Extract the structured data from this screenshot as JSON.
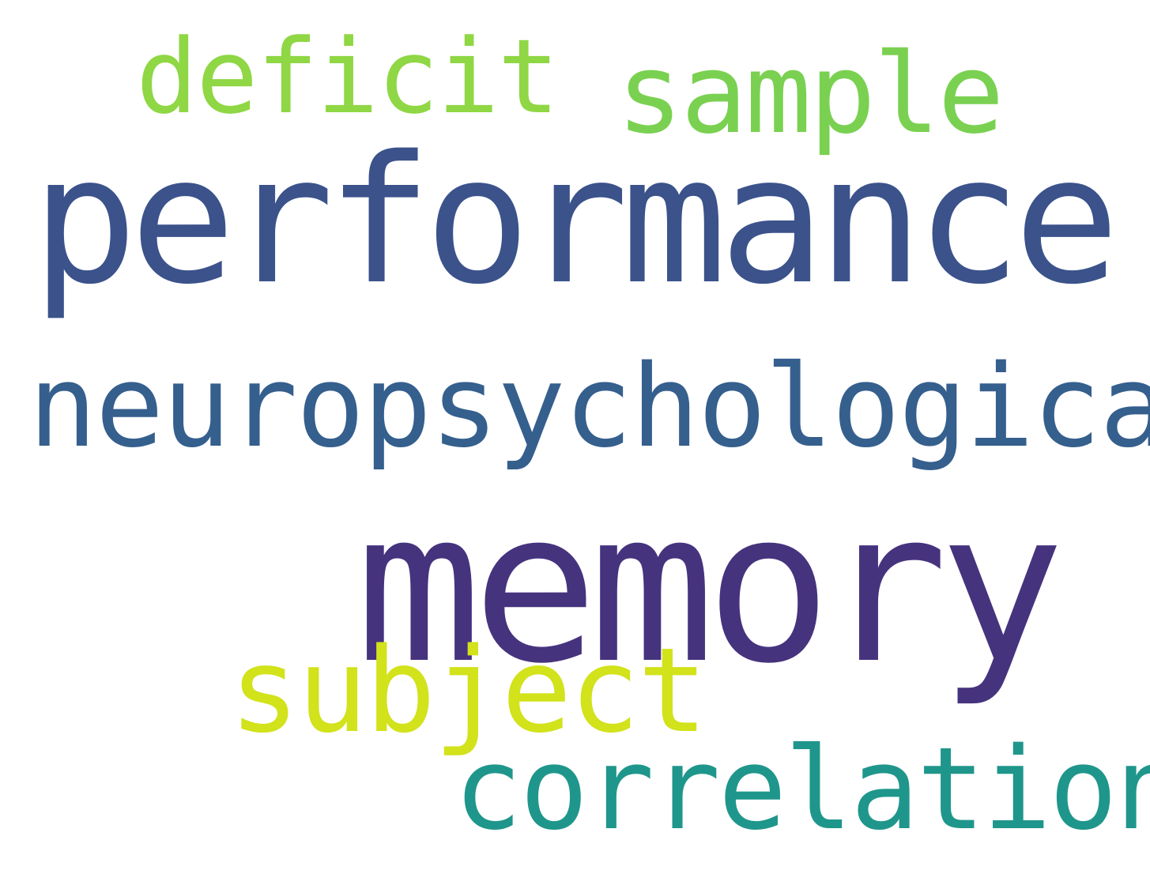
{
  "words": {
    "deficit": {
      "text": "deficit",
      "color": "#8fd744"
    },
    "sample": {
      "text": "sample",
      "color": "#7ad151"
    },
    "performance": {
      "text": "performance",
      "color": "#3b528b"
    },
    "neuropsychological": {
      "text": "neuropsychological",
      "color": "#355f8d"
    },
    "memory": {
      "text": "memory",
      "color": "#46337e"
    },
    "subject": {
      "text": "subject",
      "color": "#d2e21b"
    },
    "correlation": {
      "text": "correlation",
      "color": "#1f968b"
    }
  }
}
